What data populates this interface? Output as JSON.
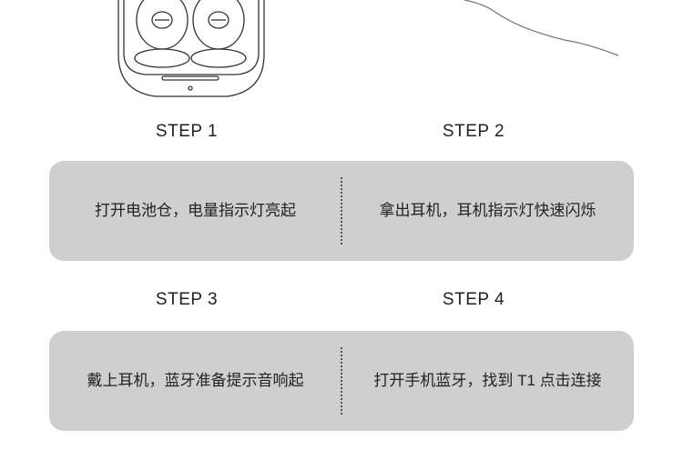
{
  "steps": [
    {
      "label": "STEP 1",
      "text": "打开电池仓，电量指示灯亮起"
    },
    {
      "label": "STEP 2",
      "text": "拿出耳机，耳机指示灯快速闪烁"
    },
    {
      "label": "STEP 3",
      "text": "戴上耳机，蓝牙准备提示音响起"
    },
    {
      "label": "STEP 4",
      "text": "打开手机蓝牙，找到 T1 点击连接"
    }
  ]
}
